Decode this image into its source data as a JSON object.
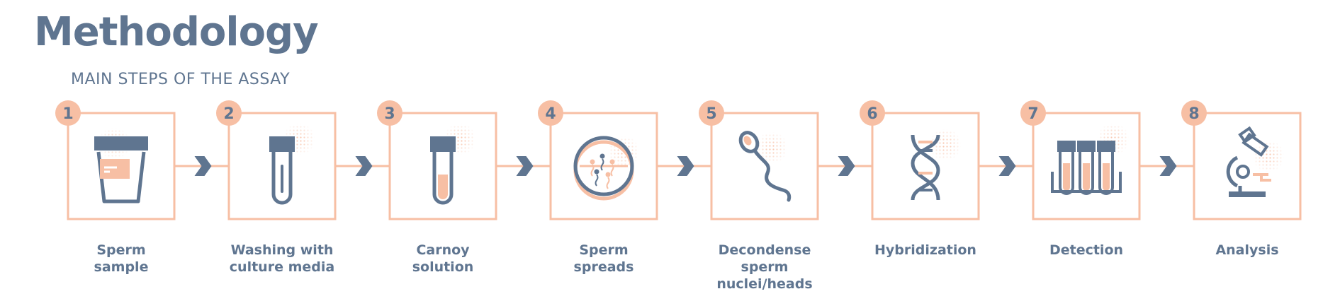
{
  "title": "Methodology",
  "subtitle": "MAIN STEPS OF THE ASSAY",
  "colors": {
    "accent": "#f7bfa4",
    "primary": "#5f7590"
  },
  "steps": [
    {
      "number": "1",
      "label": "Sperm\nsample",
      "icon": "specimen-cup-icon"
    },
    {
      "number": "2",
      "label": "Washing with\nculture media",
      "icon": "test-tube-empty-icon"
    },
    {
      "number": "3",
      "label": "Carnoy\nsolution",
      "icon": "test-tube-filled-icon"
    },
    {
      "number": "4",
      "label": "Sperm\nspreads",
      "icon": "petri-dish-icon"
    },
    {
      "number": "5",
      "label": "Decondense\nsperm\nnuclei/heads",
      "icon": "sperm-cell-icon"
    },
    {
      "number": "6",
      "label": "Hybridization",
      "icon": "dna-helix-icon"
    },
    {
      "number": "7",
      "label": "Detection",
      "icon": "test-tube-rack-icon"
    },
    {
      "number": "8",
      "label": "Analysis",
      "icon": "microscope-icon"
    }
  ]
}
